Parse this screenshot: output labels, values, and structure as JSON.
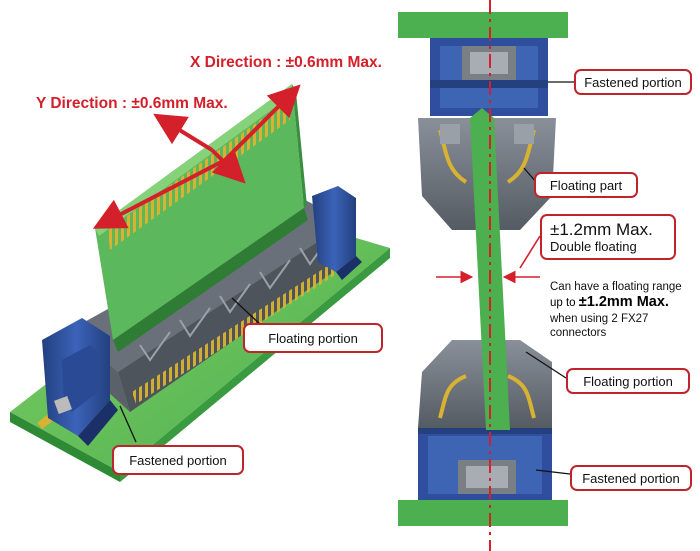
{
  "labels": {
    "x_direction": "X Direction : ±0.6mm Max.",
    "y_direction": "Y Direction : ±0.6mm Max.",
    "floating_portion_left": "Floating portion",
    "fastened_portion_left": "Fastened portion",
    "fastened_portion_top": "Fastened portion",
    "floating_part": "Floating part",
    "floating_portion_right": "Floating portion",
    "fastened_portion_bottom": "Fastened portion"
  },
  "double_floating": {
    "value": "±1.2mm Max.",
    "caption": "Double floating"
  },
  "range_note": {
    "line1": "Can have a floating range",
    "line2_prefix": "up to ",
    "line2_value": "±1.2mm Max.",
    "line3": "when using 2 FX27",
    "line4": "connectors"
  },
  "colors": {
    "accent_red": "#d4202a",
    "board_green": "#4caf50",
    "housing_blue": "#2f4f9e",
    "housing_gray": "#6f7680",
    "contact_gold": "#d8b230"
  }
}
